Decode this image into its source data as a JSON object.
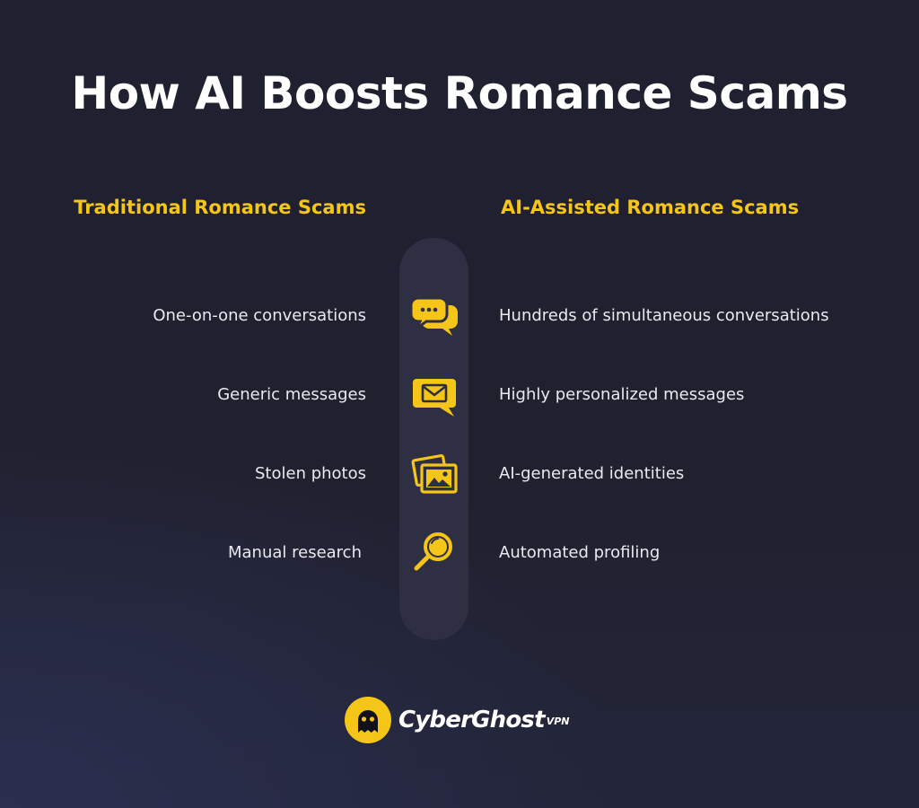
{
  "title": "How AI Boosts Romance Scams",
  "columns": {
    "left_heading": "Traditional Romance Scams",
    "right_heading": "AI-Assisted Romance Scams"
  },
  "rows": [
    {
      "left": "One-on-one conversations",
      "right": "Hundreds of simultaneous conversations",
      "icon": "chat-bubbles-icon"
    },
    {
      "left": "Generic messages",
      "right": "Highly personalized messages",
      "icon": "envelope-message-icon"
    },
    {
      "left": "Stolen photos",
      "right": "AI-generated identities",
      "icon": "photos-icon"
    },
    {
      "left": "Manual research",
      "right": "Automated profiling",
      "icon": "magnifier-icon"
    }
  ],
  "logo": {
    "word": "CyberGhost",
    "sub": "VPN",
    "icon": "ghost-icon"
  },
  "colors": {
    "accent": "#f5c518",
    "background": "#20212f",
    "pill": "#2e2f42",
    "text": "#ffffff"
  }
}
